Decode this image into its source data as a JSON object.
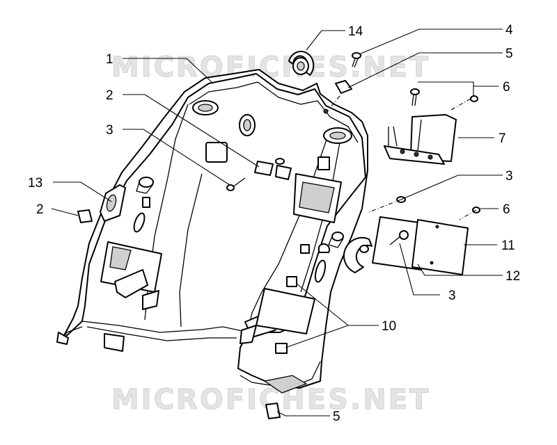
{
  "watermark": {
    "top_text": "MICROFICHES.NET",
    "bottom_text": "MICROFICHES.NET"
  },
  "callouts": [
    {
      "id": "c1",
      "label": "1"
    },
    {
      "id": "c2a",
      "label": "2"
    },
    {
      "id": "c3a",
      "label": "3"
    },
    {
      "id": "c13",
      "label": "13"
    },
    {
      "id": "c2b",
      "label": "2"
    },
    {
      "id": "c14",
      "label": "14"
    },
    {
      "id": "c4",
      "label": "4"
    },
    {
      "id": "c5a",
      "label": "5"
    },
    {
      "id": "c6a",
      "label": "6"
    },
    {
      "id": "c7",
      "label": "7"
    },
    {
      "id": "c3b",
      "label": "3"
    },
    {
      "id": "c6b",
      "label": "6"
    },
    {
      "id": "c11",
      "label": "11"
    },
    {
      "id": "c12",
      "label": "12"
    },
    {
      "id": "c3c",
      "label": "3"
    },
    {
      "id": "c10",
      "label": "10"
    },
    {
      "id": "c5b",
      "label": "5"
    }
  ]
}
